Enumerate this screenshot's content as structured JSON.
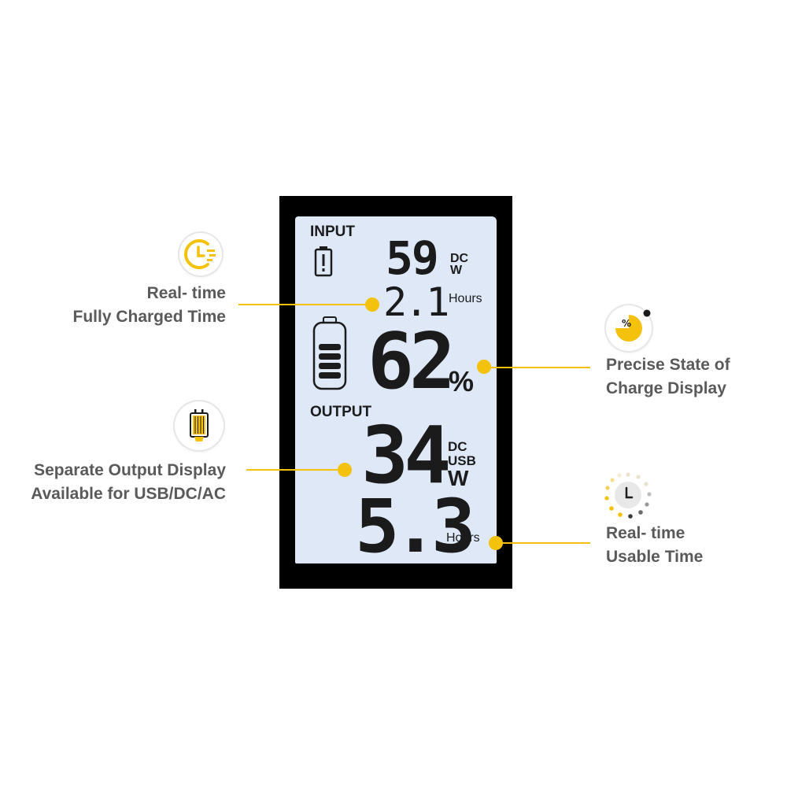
{
  "display": {
    "input_label": "INPUT",
    "input_value": "59",
    "input_unit_top": "DC",
    "input_unit_bottom": "W",
    "charge_time_value": "2.1",
    "charge_time_unit": "Hours",
    "soc_value": "62",
    "soc_unit": "%",
    "output_label": "OUTPUT",
    "output_value": "34",
    "output_unit_1": "DC",
    "output_unit_2": "USB",
    "output_unit_3": "W",
    "usable_time_value": "5.3",
    "usable_time_unit": "Hours"
  },
  "callouts": {
    "charged_time": {
      "line1": "Real- time",
      "line2": "Fully Charged Time",
      "icon": "clock-fast-icon"
    },
    "output": {
      "line1": "Separate Output Display",
      "line2": "Available for USB/DC/AC",
      "icon": "usb-plug-icon"
    },
    "soc": {
      "line1": "Precise State of",
      "line2": "Charge Display",
      "icon": "percent-pie-icon"
    },
    "usable_time": {
      "line1": "Real- time",
      "line2": "Usable Time",
      "icon": "clock-dots-icon"
    }
  },
  "colors": {
    "accent": "#f4c20d",
    "label": "#5a5a5a",
    "lcd_bg": "#dfe8f7",
    "frame": "#000000"
  }
}
